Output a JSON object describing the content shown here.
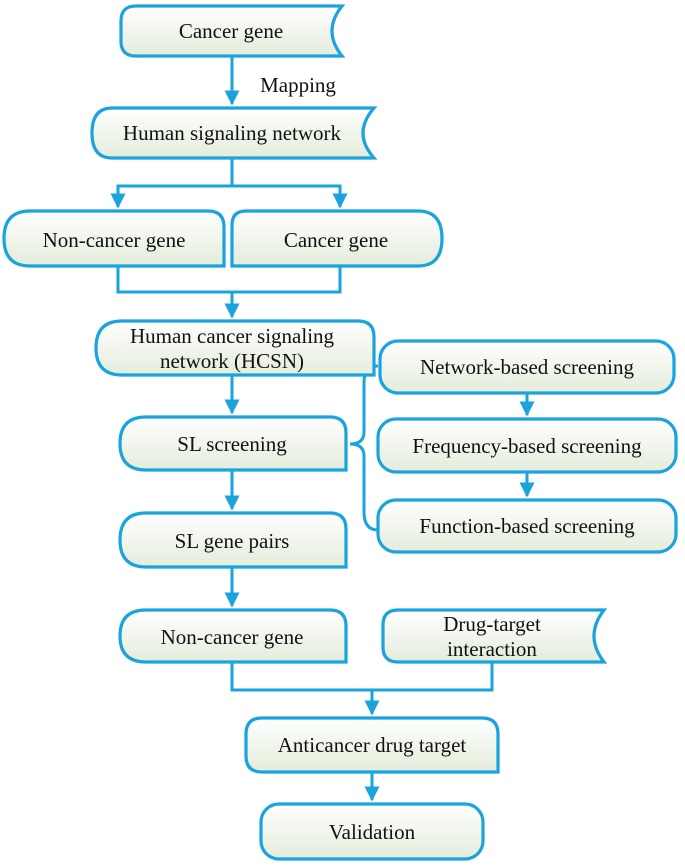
{
  "diagram": {
    "nodes": {
      "cancer_gene_top": "Cancer gene",
      "mapping": "Mapping",
      "human_signaling_network": "Human signaling network",
      "non_cancer_gene_left": "Non-cancer gene",
      "cancer_gene_right": "Cancer gene",
      "hcsn_line1": "Human cancer signaling",
      "hcsn_line2": "network (HCSN)",
      "sl_screening": "SL screening",
      "network_based": "Network-based screening",
      "frequency_based": "Frequency-based screening",
      "function_based": "Function-based screening",
      "sl_gene_pairs": "SL gene pairs",
      "non_cancer_gene_bottom": "Non-cancer gene",
      "drug_target_line1": "Drug-target",
      "drug_target_line2": "interaction",
      "anticancer_drug_target": "Anticancer drug target",
      "validation": "Validation"
    },
    "colors": {
      "stroke": "#1aa3dd",
      "fill_top": "#ffffff",
      "fill_bottom": "#e4ecda",
      "text": "#111111"
    }
  }
}
